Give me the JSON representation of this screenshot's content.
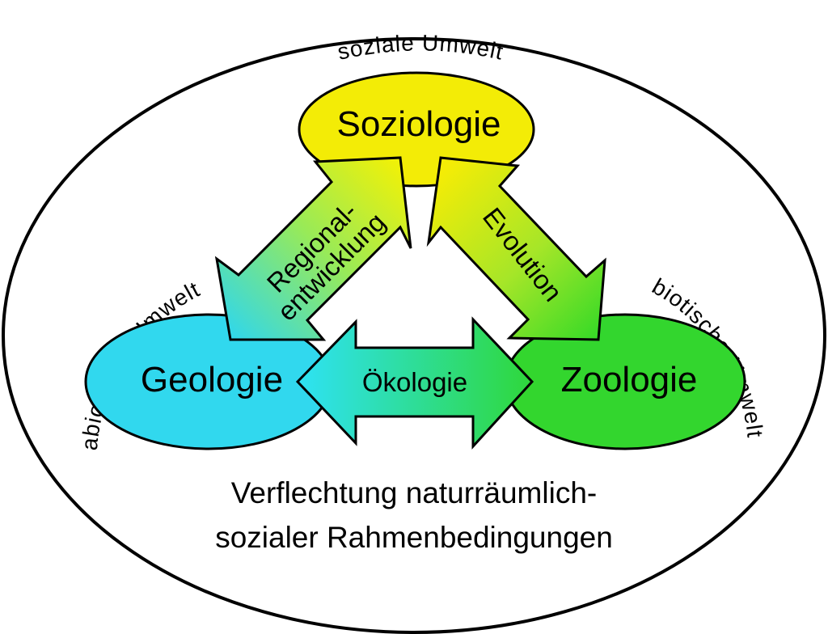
{
  "nodes": {
    "top": {
      "label": "Soziologie",
      "color": "#f3ec06"
    },
    "left": {
      "label": "Geologie",
      "color": "#31d8ee"
    },
    "right": {
      "label": "Zoologie",
      "color": "#33d62e"
    }
  },
  "ring_labels": {
    "top": "soziale Umwelt",
    "left": "abiotische Umwelt",
    "right": "biotische Umwelt"
  },
  "arrows": {
    "left": {
      "line1": "Regional-",
      "line2": "entwicklung"
    },
    "right": {
      "label": "Evolution"
    },
    "bottom": {
      "label": "Ökologie"
    }
  },
  "caption": {
    "line1": "Verflechtung naturräumlich-",
    "line2": "sozialer Rahmenbedingungen"
  }
}
